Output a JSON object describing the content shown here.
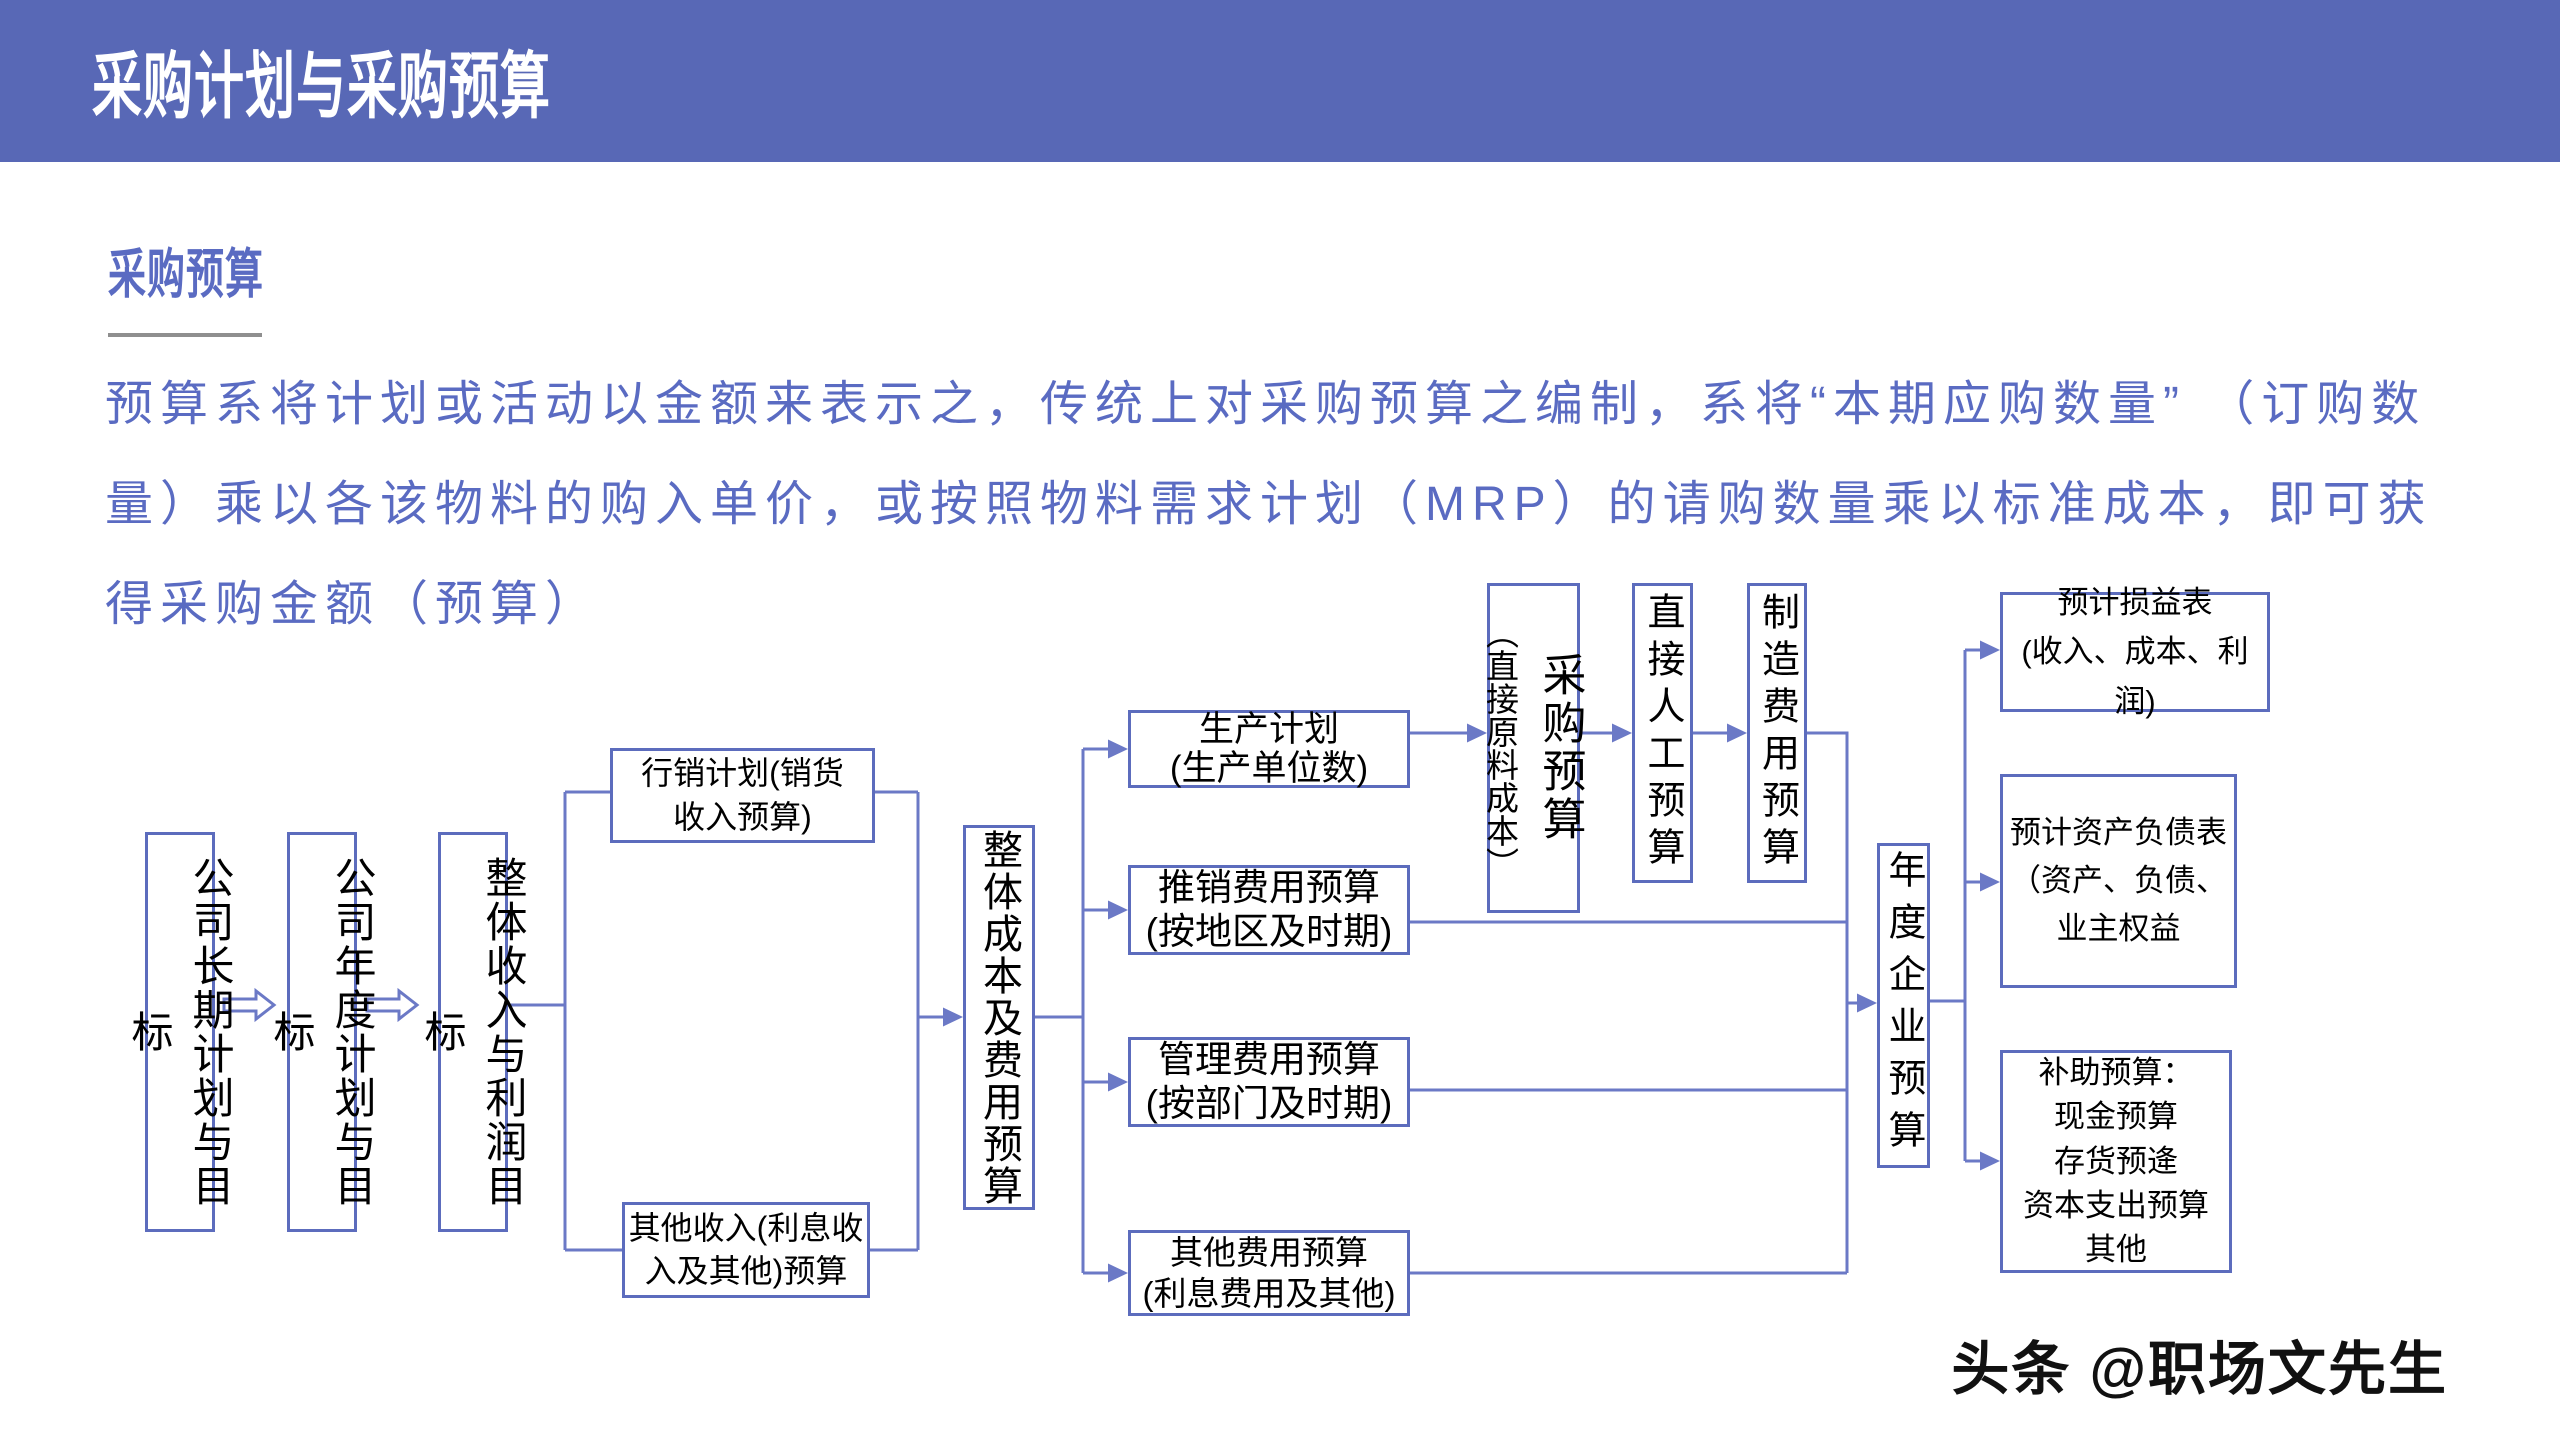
{
  "slide": {
    "title": "采购计划与采购预算",
    "section_heading": "采购预算",
    "paragraph": "预算系将计划或活动以金额来表示之，传统上对采购预算之编制，系将“本期应购数量” （订购数\n量）乘以各该物料的购入单价，或按照物料需求计划（MRP）的请购数量乘以标准成本，即可获\n得采购金额（预算）",
    "watermark": "头条 @职场文先生"
  },
  "colors": {
    "banner": "#5868B6",
    "body_text": "#5A6BC2",
    "box_border": "#5C6CBD",
    "connector": "#6B79C6",
    "box_text": "#000000"
  },
  "flowchart": {
    "nodes": {
      "company_long_term": "公司长期计划与目标",
      "company_annual": "公司年度计划与目标",
      "overall_revenue_profit": "整体收入与利润目标",
      "marketing_plan": "行销计划(销货\n收入预算)",
      "other_income": "其他收入(利息收\n入及其他)预算",
      "overall_cost": "整体成本及费用预算",
      "production_plan": "生产计划\n(生产单位数)",
      "selling_expense": "推销费用预算\n(按地区及时期)",
      "admin_expense": "管理费用预算\n(按部门及时期)",
      "other_expense": "其他费用预算\n(利息费用及其他)",
      "purchase_budget_main": "采购预算",
      "purchase_budget_sub": "（直接原料成本）",
      "direct_labor": "直接人工预算",
      "manufacturing_overhead": "制造费用预算",
      "annual_budget": "年度企业预算",
      "income_statement": "预计损益表\n(收入、成本、利润)",
      "balance_sheet": "预计资产负债表\n（资产、负债、\n业主权益",
      "auxiliary_budget": "补助预算：\n现金预算\n存货预逄\n资本支出预算\n其他"
    }
  }
}
